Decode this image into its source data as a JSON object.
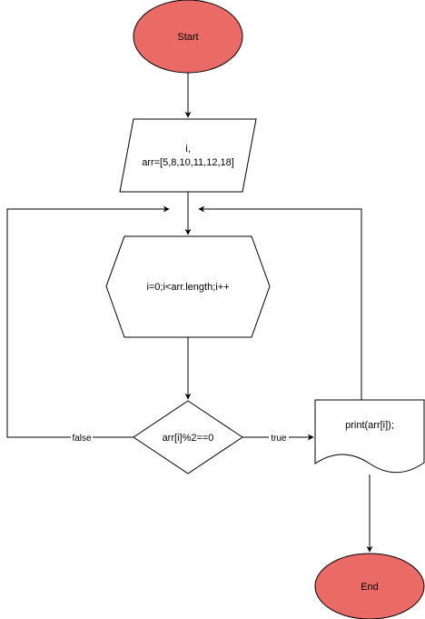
{
  "colors": {
    "terminal_fill": "#ea6b66",
    "node_fill": "#ffffff",
    "stroke": "#000000"
  },
  "nodes": {
    "start": {
      "label": "Start"
    },
    "input": {
      "label_line1": "i,",
      "label_line2": "arr=[5,8,10,11,12,18]"
    },
    "loop": {
      "label": "i=0;i<arr.length;i++"
    },
    "decision": {
      "label": "arr[i]%2==0"
    },
    "output": {
      "label": "print(arr[i]);"
    },
    "end": {
      "label": "End"
    }
  },
  "edges": {
    "false_label": "false",
    "true_label": "true"
  }
}
